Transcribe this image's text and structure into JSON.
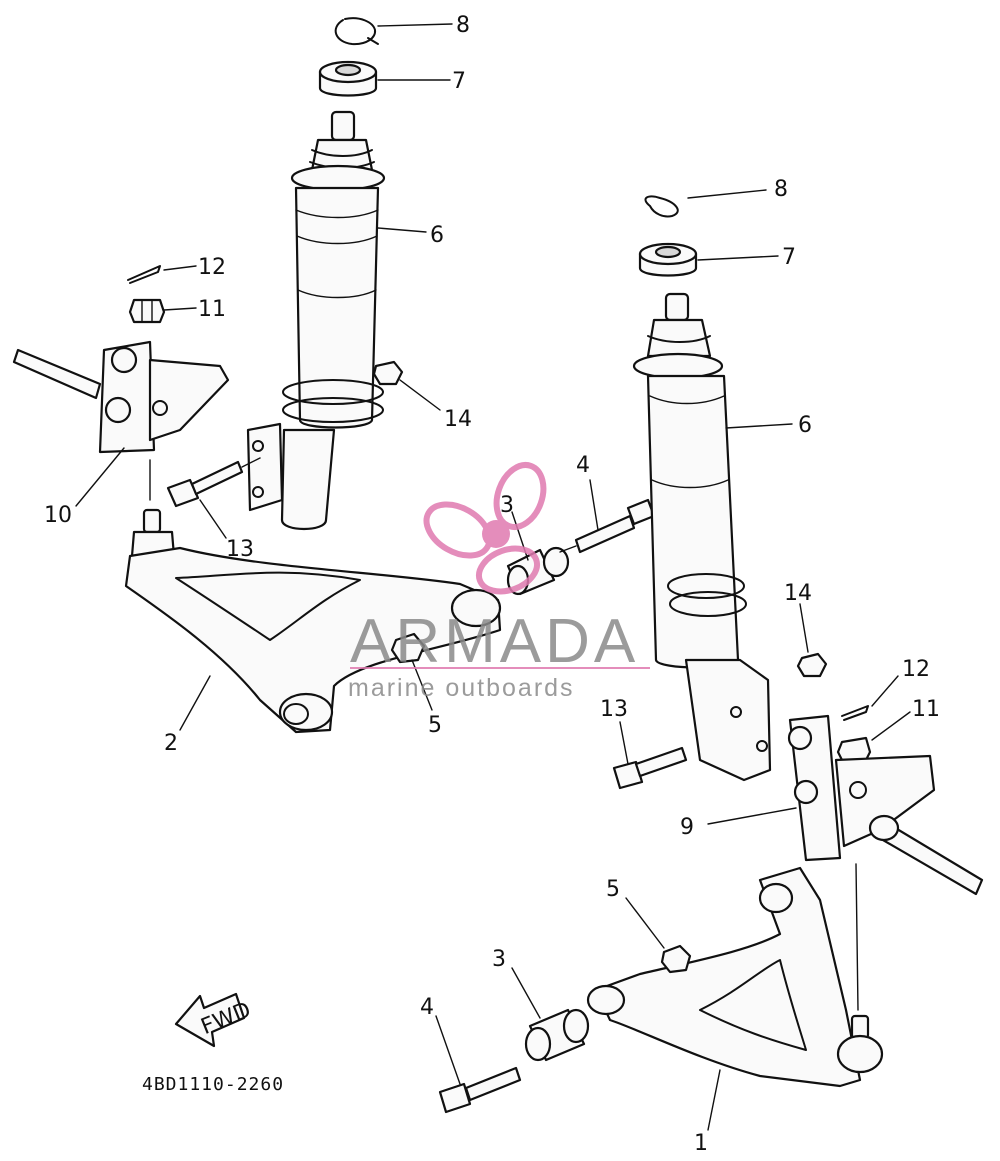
{
  "diagram_code": "4BD1110-2260",
  "fwd_label": "FWD",
  "watermark": {
    "brand": "ARMADA",
    "tagline": "marine outboards",
    "brand_color": "#8a8a8a",
    "accent_color": "#e07ab0"
  },
  "callouts": {
    "l_8": "8",
    "l_7": "7",
    "l_6": "6",
    "l_12": "12",
    "l_11": "11",
    "l_14": "14",
    "l_10": "10",
    "l_13": "13",
    "l_2": "2",
    "l_5": "5",
    "l_3": "3",
    "l_4": "4",
    "r_8": "8",
    "r_7": "7",
    "r_6": "6",
    "r_14": "14",
    "r_12": "12",
    "r_11": "11",
    "r_13": "13",
    "r_9": "9",
    "r_5": "5",
    "r_3": "3",
    "r_4": "4",
    "r_1": "1"
  }
}
